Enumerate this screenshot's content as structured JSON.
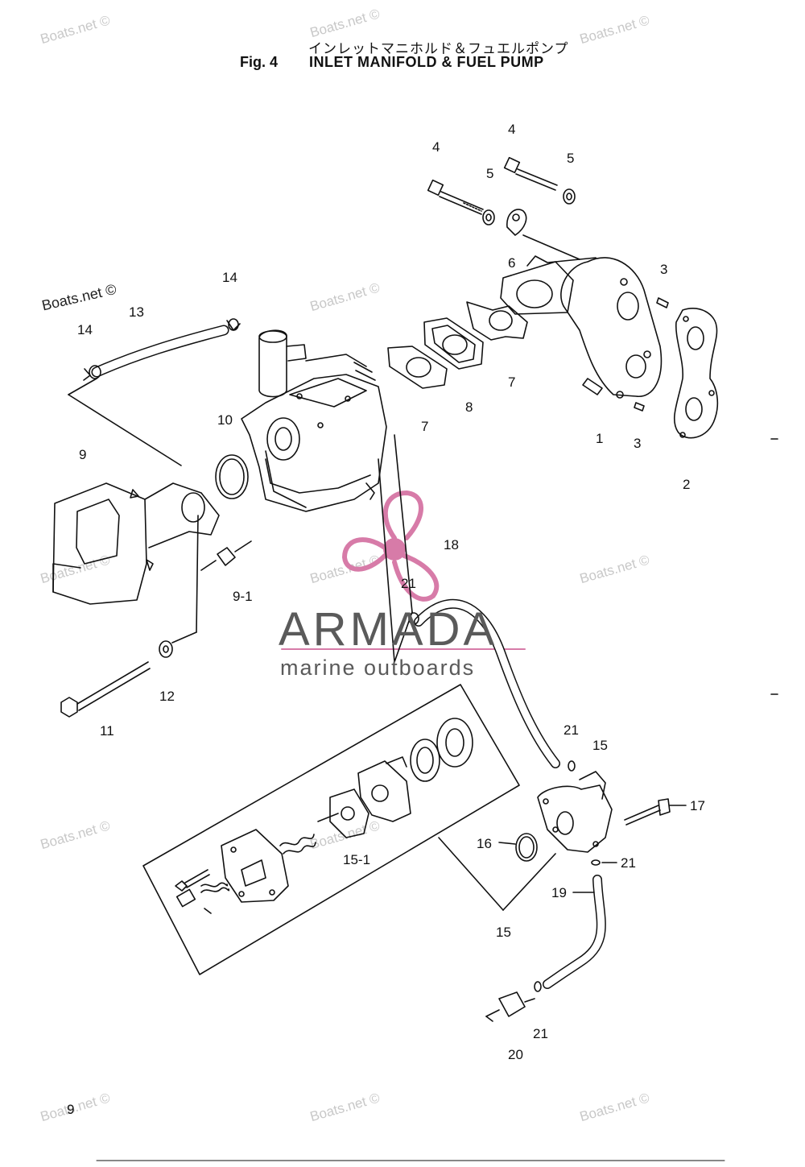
{
  "header": {
    "title_jp": "インレットマニホルド＆フュエルポンプ",
    "fig_no": "Fig. 4",
    "title_en": "INLET MANIFOLD & FUEL PUMP"
  },
  "page_number": "9",
  "logo": {
    "name": "ARMADA",
    "tagline": "marine outboards",
    "accent_color": "#d77ba8"
  },
  "watermark": {
    "text": "Boats.net ©",
    "prominent_text": "Boats.net ©"
  },
  "callouts": {
    "c1": "1",
    "c2": "2",
    "c3a": "3",
    "c3b": "3",
    "c4a": "4",
    "c4b": "4",
    "c5a": "5",
    "c5b": "5",
    "c6": "6",
    "c7a": "7",
    "c7b": "7",
    "c8": "8",
    "c9": "9",
    "c9_1": "9-1",
    "c10": "10",
    "c11": "11",
    "c12": "12",
    "c13": "13",
    "c14a": "14",
    "c14b": "14",
    "c15a": "15",
    "c15b": "15",
    "c15_1": "15-1",
    "c16": "16",
    "c17": "17",
    "c18": "18",
    "c19": "19",
    "c20": "20",
    "c21a": "21",
    "c21b": "21",
    "c21c": "21",
    "c21d": "21"
  }
}
